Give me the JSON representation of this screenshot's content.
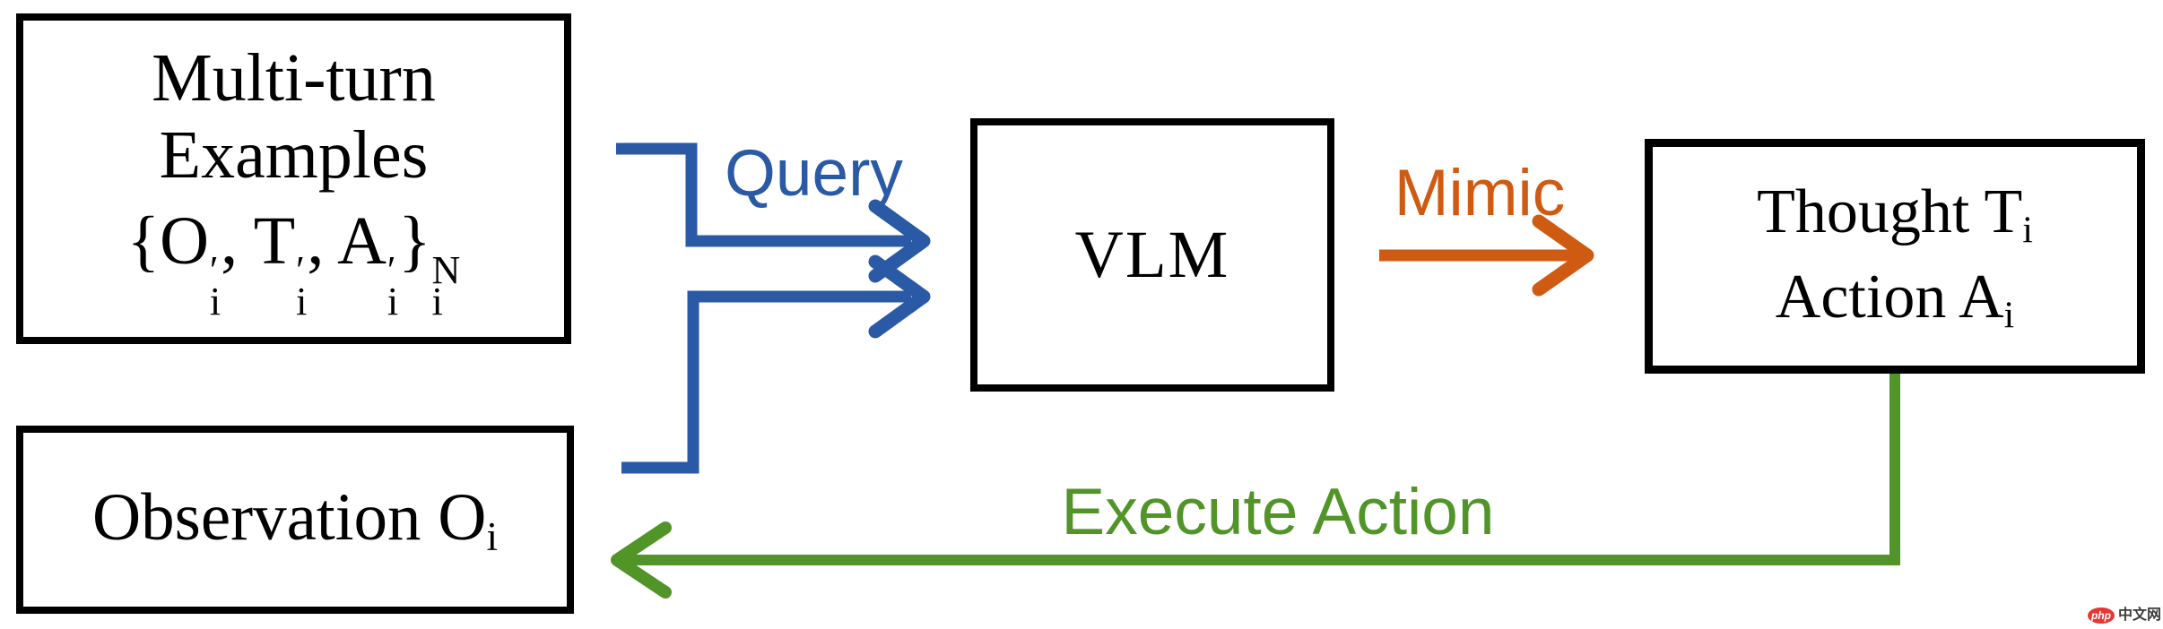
{
  "colors": {
    "blue": "#2A59A5",
    "orange": "#CF5B13",
    "green": "#519427",
    "box_border": "#000000",
    "watermark_red": "#E63735",
    "watermark_text": "#3B3B3B"
  },
  "boxes": {
    "examples": {
      "line1": "Multi-turn",
      "line2": "Examples",
      "formula": [
        {
          "base": "{O",
          "sup": "′",
          "sub": "i"
        },
        {
          "base": ", T",
          "sup": "′",
          "sub": "i"
        },
        {
          "base": ", A",
          "sup": "′",
          "sub": "i"
        },
        {
          "base": "}",
          "sup": "N",
          "sub": "i"
        }
      ]
    },
    "vlm": {
      "label": "VLM"
    },
    "thought": {
      "line1": {
        "base": "Thought T",
        "sub": "i"
      },
      "line2": {
        "base": "Action A",
        "sub": "i"
      }
    },
    "observation": {
      "base": "Observation O",
      "sub": "i"
    }
  },
  "arrows": {
    "query": {
      "label": "Query"
    },
    "mimic": {
      "label": "Mimic"
    },
    "execute": {
      "label": "Execute Action"
    }
  },
  "watermark": {
    "logo_text": "php",
    "site_text": "中文网"
  }
}
